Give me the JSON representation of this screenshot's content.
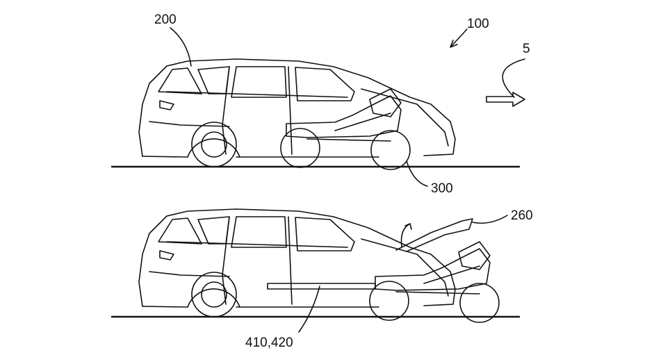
{
  "figure": {
    "labels": {
      "car": "200",
      "system": "100",
      "direction": "5",
      "motorcycle": "300",
      "hood": "260",
      "rails": "410,420"
    }
  }
}
